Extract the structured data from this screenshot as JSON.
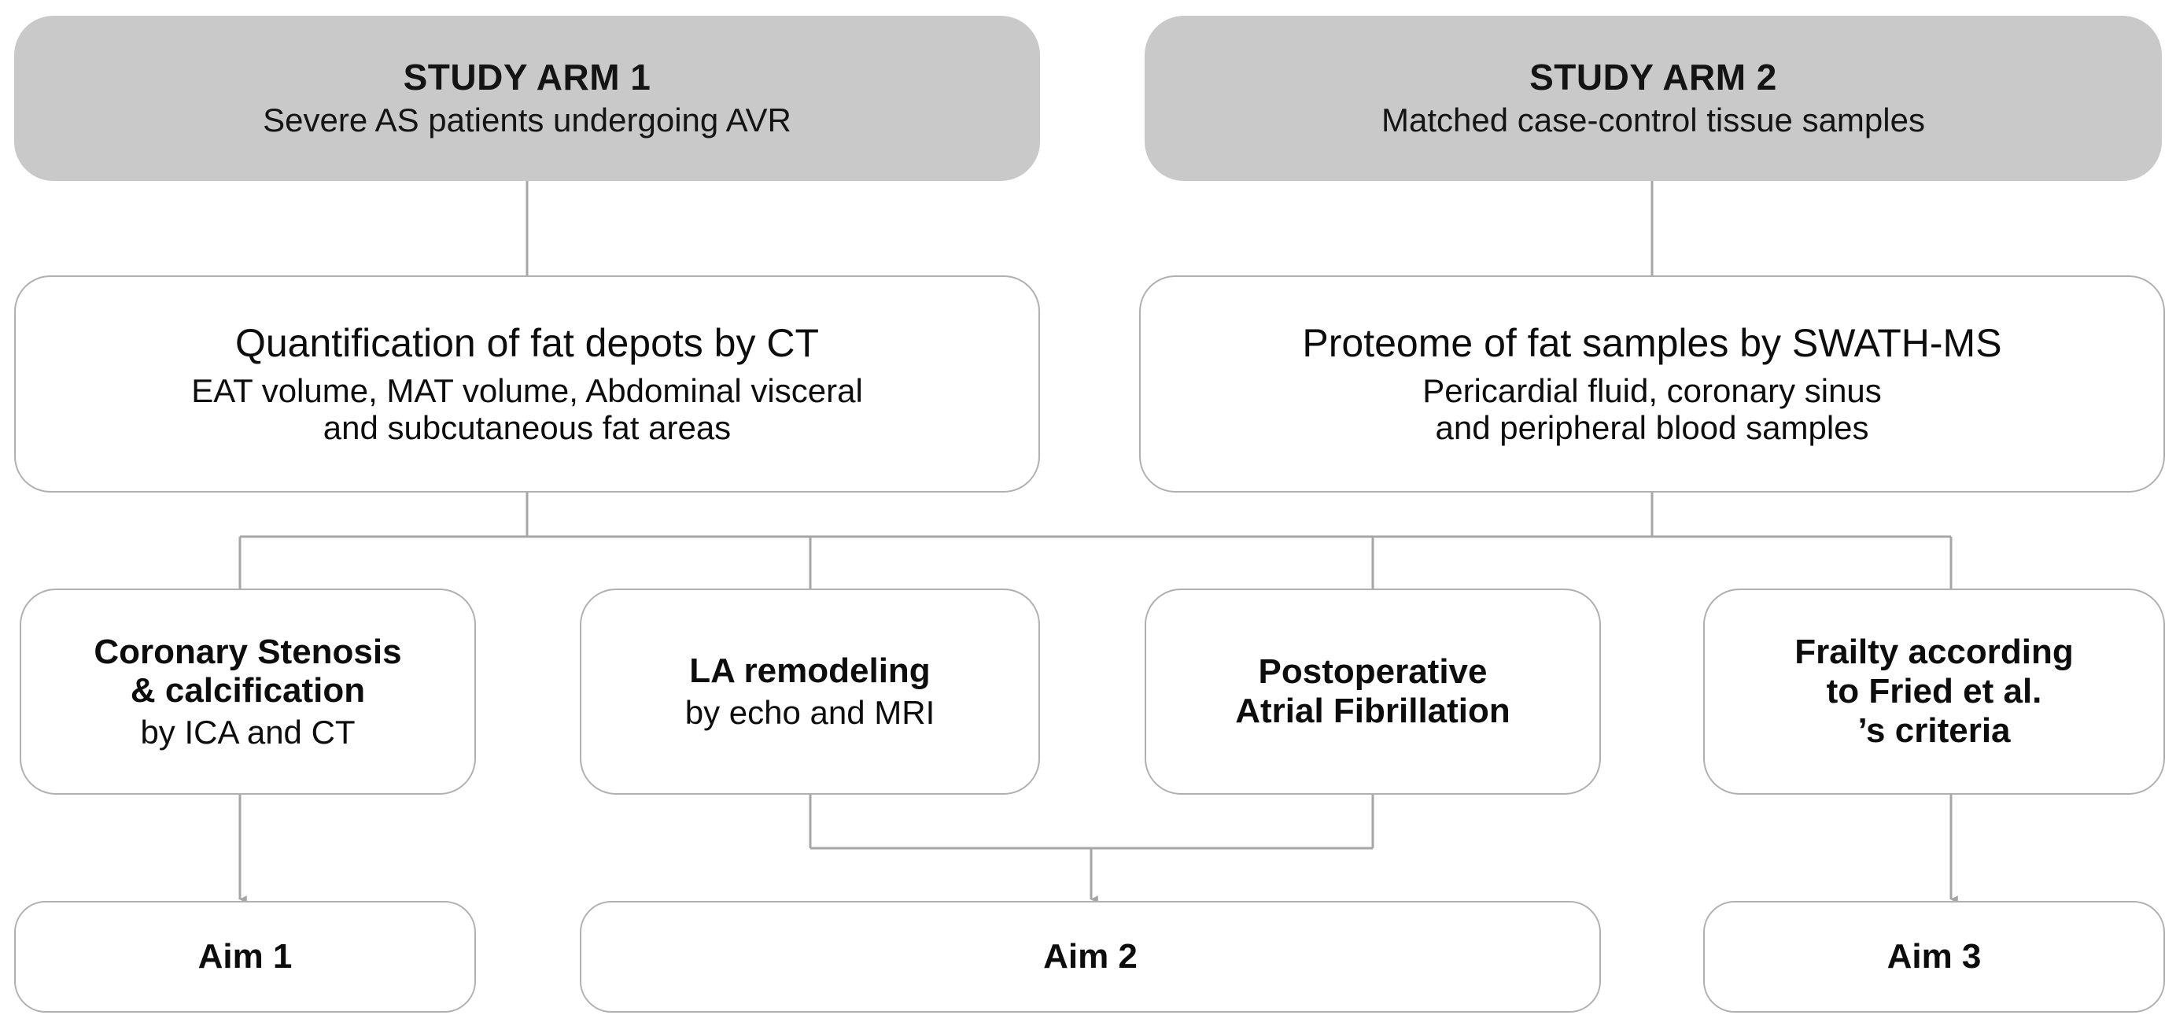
{
  "diagram": {
    "title": "Study design flowchart",
    "colors": {
      "arm_fill": "#c9c9c9",
      "box_border": "#b0b0b0",
      "connector": "#a6a6a6",
      "text": "#0d0d0d"
    }
  },
  "arms": [
    {
      "id": "study-arm-1",
      "title": "STUDY ARM 1",
      "subtitle": "Severe AS patients undergoing AVR"
    },
    {
      "id": "study-arm-2",
      "title": "STUDY ARM 2",
      "subtitle": "Matched case-control tissue samples"
    }
  ],
  "methods": [
    {
      "id": "quantification-ct",
      "title": "Quantification of fat depots by CT",
      "detail_line_1": "EAT volume, MAT volume, Abdominal visceral",
      "detail_line_2": "and subcutaneous fat areas"
    },
    {
      "id": "proteome-swath-ms",
      "title": "Proteome of fat samples by SWATH-MS",
      "detail_line_1": "Pericardial fluid, coronary sinus",
      "detail_line_2": "and peripheral blood samples"
    }
  ],
  "outcomes": [
    {
      "id": "coronary-stenosis",
      "title_line_1": "Coronary Stenosis",
      "title_line_2": "& calcification",
      "subtitle": "by ICA and CT"
    },
    {
      "id": "la-remodeling",
      "title_line_1": "LA  remodeling",
      "title_line_2": "",
      "subtitle": "by echo and MRI"
    },
    {
      "id": "postoperative-af",
      "title_line_1": "Postoperative",
      "title_line_2": "Atrial Fibrillation",
      "subtitle": ""
    },
    {
      "id": "frailty",
      "title_line_1": "Frailty according",
      "title_line_2": "to Fried et al.",
      "title_line_3": "’s criteria",
      "subtitle": ""
    }
  ],
  "aims": [
    {
      "id": "aim-1",
      "label": "Aim 1"
    },
    {
      "id": "aim-2",
      "label": "Aim 2"
    },
    {
      "id": "aim-3",
      "label": "Aim 3"
    }
  ]
}
